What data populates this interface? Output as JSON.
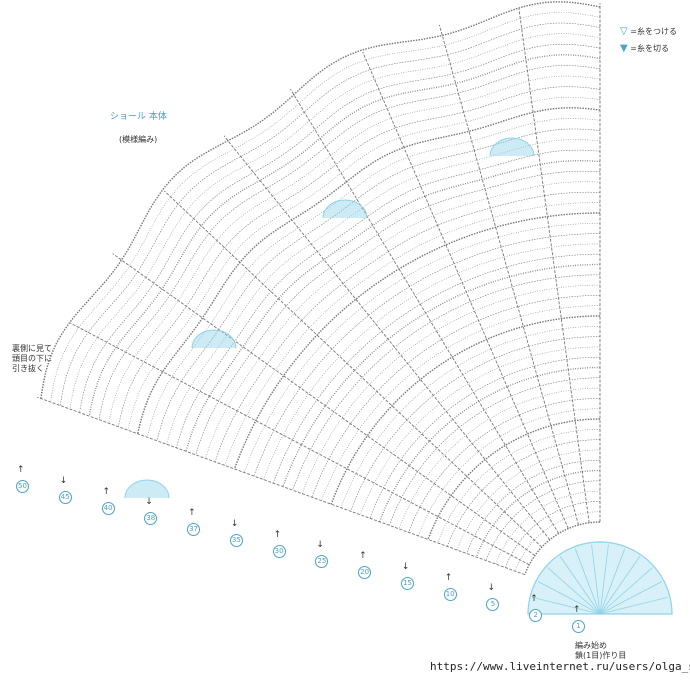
{
  "title": "ショール 本体",
  "subtitle": "(模様編み)",
  "left_note": "裏側に見て\n頭目の下に\n引き抜く",
  "legend": [
    {
      "symbol": "▽",
      "label": "=糸をつける",
      "filled": false
    },
    {
      "symbol": "▼",
      "label": "=糸を切る",
      "filled": true
    }
  ],
  "start_note": "編み始め\n鎖(1目)作り目",
  "url": "https://www.liveinternet.ru/users/olga_san/",
  "colors": {
    "accent": "#8fd3e8",
    "stitch": "#777777",
    "text": "#333333",
    "circle": "#4aa3c8"
  },
  "row_markers": [
    {
      "num": "50",
      "dir": "up"
    },
    {
      "num": "45",
      "dir": "down"
    },
    {
      "num": "40",
      "dir": "up"
    },
    {
      "num": "38",
      "dir": "down"
    },
    {
      "num": "37",
      "dir": "up"
    },
    {
      "num": "35",
      "dir": "down"
    },
    {
      "num": "30",
      "dir": "up"
    },
    {
      "num": "25",
      "dir": "down"
    },
    {
      "num": "20",
      "dir": "up"
    },
    {
      "num": "15",
      "dir": "down"
    },
    {
      "num": "10",
      "dir": "up"
    },
    {
      "num": "5",
      "dir": "down"
    },
    {
      "num": "2",
      "dir": "up"
    },
    {
      "num": "1",
      "dir": "up"
    }
  ]
}
